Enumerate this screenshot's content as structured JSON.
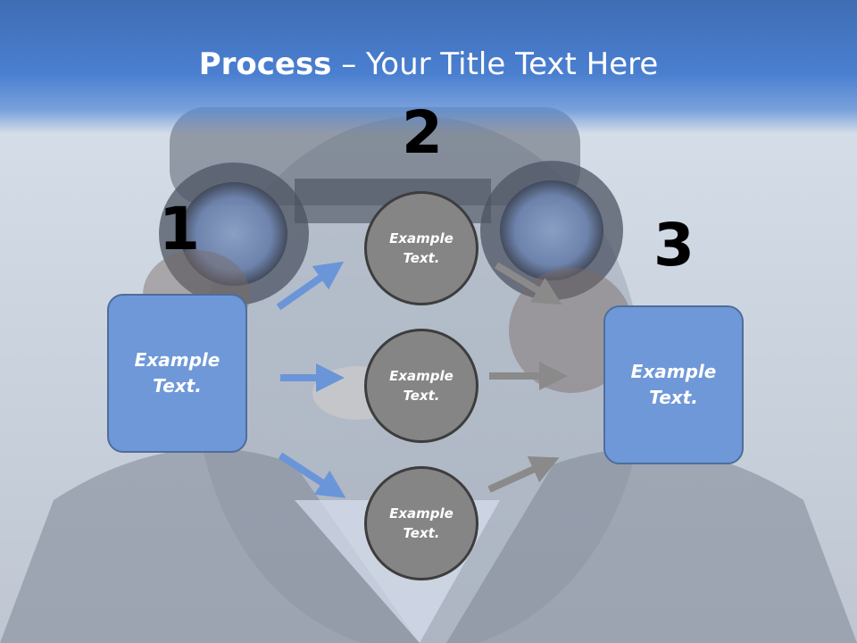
{
  "title": {
    "bold": "Process",
    "rest": " – Your Title Text Here"
  },
  "steps": {
    "one": "1",
    "two": "2",
    "three": "3"
  },
  "left_box": {
    "text": "Example\nText."
  },
  "right_box": {
    "text": "Example\nText."
  },
  "circles": [
    {
      "text": "Example\nText."
    },
    {
      "text": "Example\nText."
    },
    {
      "text": "Example\nText."
    }
  ],
  "colors": {
    "title_band": "#4a7fd0",
    "box_fill": "#6f98d8",
    "circle_fill": "#858585",
    "blue_arrow": "#6a95d8",
    "gray_arrow": "#8a8a8a"
  }
}
